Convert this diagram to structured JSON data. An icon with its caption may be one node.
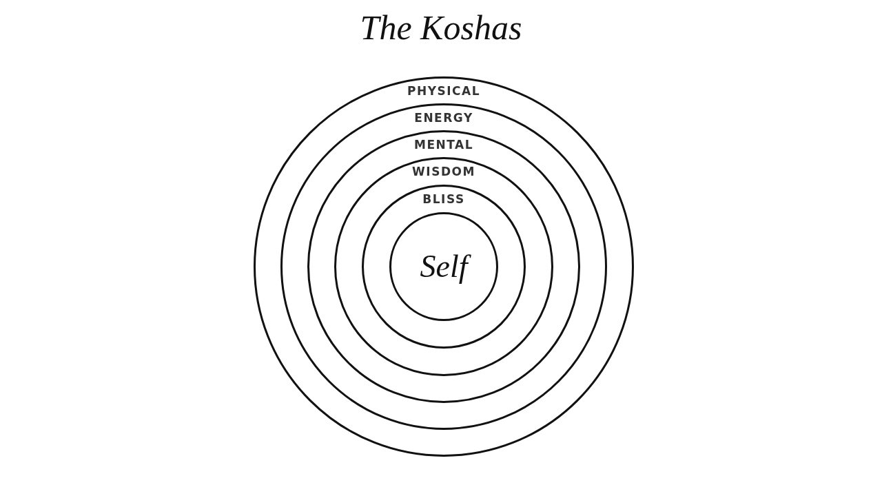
{
  "diagram": {
    "title": "The Koshas",
    "nodes": [
      {
        "text": [
          "PHYSICAL"
        ]
      },
      {
        "text": [
          "ENERGY"
        ],
        "in": 0
      },
      {
        "text": [
          "MENTAL"
        ],
        "in": 1
      },
      {
        "text": [
          "WISDOM"
        ],
        "in": 2
      },
      {
        "text": [
          "BLISS"
        ],
        "in": 3
      },
      {
        "text": [
          "Self"
        ],
        "in": 4
      }
    ]
  }
}
